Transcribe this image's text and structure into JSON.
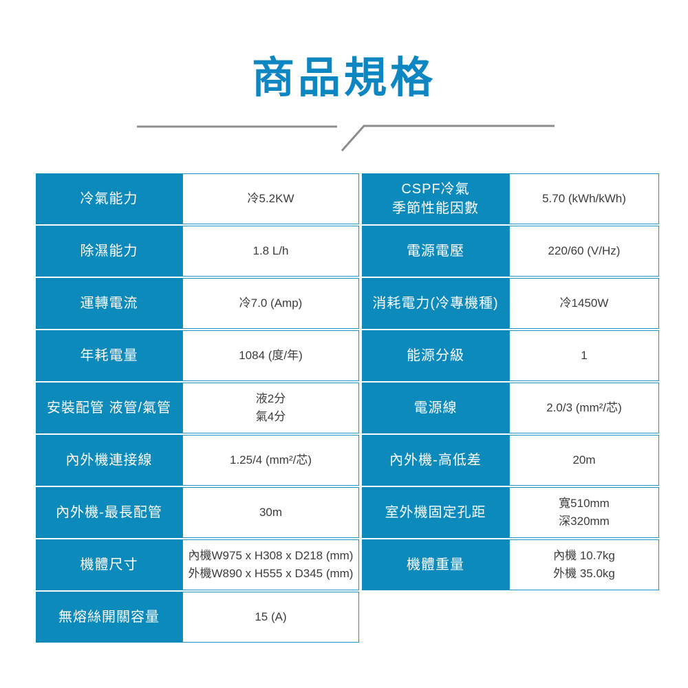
{
  "page": {
    "title": "商品規格"
  },
  "colors": {
    "title_blue": "#0e86c2",
    "table_teal": "#0d8abc",
    "value_border": "#1a90c4",
    "value_text": "#3c3c3c",
    "divider_gray": "#8c8c8c"
  },
  "spec_table": {
    "left": {
      "rows": [
        {
          "label": "冷氣能力",
          "value": "冷5.2KW"
        },
        {
          "label": "除濕能力",
          "value": "1.8 L/h"
        },
        {
          "label": "運轉電流",
          "value": "冷7.0 (Amp)"
        },
        {
          "label": "年耗電量",
          "value": "1084 (度/年)"
        },
        {
          "label": "安裝配管 液管/氣管",
          "value": "液2分\n氣4分"
        },
        {
          "label": "內外機連接線",
          "value": "1.25/4 (mm²/芯)"
        },
        {
          "label": "內外機-最長配管",
          "value": "30m"
        },
        {
          "label": "機體尺寸",
          "value": "內機W975 x H308 x D218 (mm)\n外機W890 x H555 x D345 (mm)"
        },
        {
          "label": "無熔絲開關容量",
          "value": "15 (A)"
        }
      ]
    },
    "right": {
      "rows": [
        {
          "label": "CSPF冷氣\n季節性能因數",
          "value": "5.70 (kWh/kWh)"
        },
        {
          "label": "電源電壓",
          "value": "220/60 (V/Hz)"
        },
        {
          "label": "消耗電力(冷專機種)",
          "value": "冷1450W"
        },
        {
          "label": "能源分級",
          "value": "1"
        },
        {
          "label": "電源線",
          "value": "2.0/3 (mm²/芯)"
        },
        {
          "label": "內外機-高低差",
          "value": "20m"
        },
        {
          "label": "室外機固定孔距",
          "value": "寬510mm\n深320mm"
        },
        {
          "label": "機體重量",
          "value": "內機 10.7kg\n外機 35.0kg"
        }
      ]
    }
  }
}
